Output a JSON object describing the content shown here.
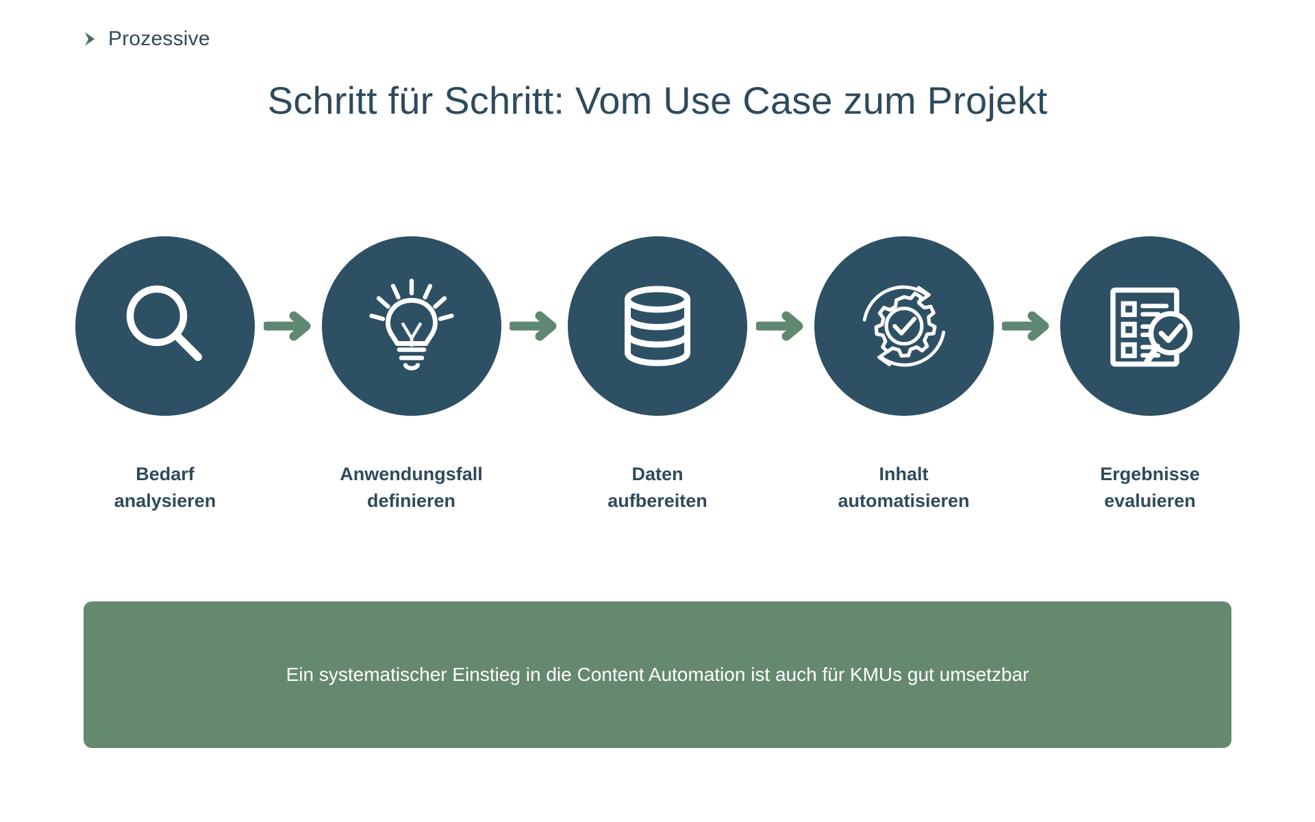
{
  "brand": {
    "name": "Prozessive",
    "mark_icon": "chevron-right-icon",
    "color": "#2e4a5c",
    "mark_gradient_from": "#5f8771",
    "mark_gradient_to": "#2d5064"
  },
  "slide": {
    "title": "Schritt für Schritt: Vom Use Case zum Projekt",
    "background": "#ffffff",
    "circle_color": "#2d5064",
    "arrow_color": "#5f8771",
    "label_color": "#2e4a5c"
  },
  "steps": [
    {
      "index": 1,
      "icon": "magnifying-glass-icon",
      "label": "Bedarf\nanalysieren",
      "label_line1": "Bedarf",
      "label_line2": "analysieren"
    },
    {
      "index": 2,
      "icon": "lightbulb-idea-icon",
      "label": "Anwendungsfall\ndefinieren",
      "label_line1": "Anwendungsfall",
      "label_line2": "definieren"
    },
    {
      "index": 3,
      "icon": "database-cylinder-icon",
      "label": "Daten\naufbereiten",
      "label_line1": "Daten",
      "label_line2": "aufbereiten"
    },
    {
      "index": 4,
      "icon": "gear-cycle-check-icon",
      "label": "Inhalt\nautomatisieren",
      "label_line1": "Inhalt",
      "label_line2": "automatisieren"
    },
    {
      "index": 5,
      "icon": "checklist-magnifier-icon",
      "label": "Ergebnisse\nevaluieren",
      "label_line1": "Ergebnisse",
      "label_line2": "evaluieren"
    }
  ],
  "connectors": [
    {
      "icon": "arrow-right-icon"
    },
    {
      "icon": "arrow-right-icon"
    },
    {
      "icon": "arrow-right-icon"
    },
    {
      "icon": "arrow-right-icon"
    }
  ],
  "banner": {
    "text": "Ein systematischer Einstieg in die Content Automation ist auch für KMUs gut umsetzbar",
    "background": "#65896f",
    "text_color": "#ffffff"
  }
}
